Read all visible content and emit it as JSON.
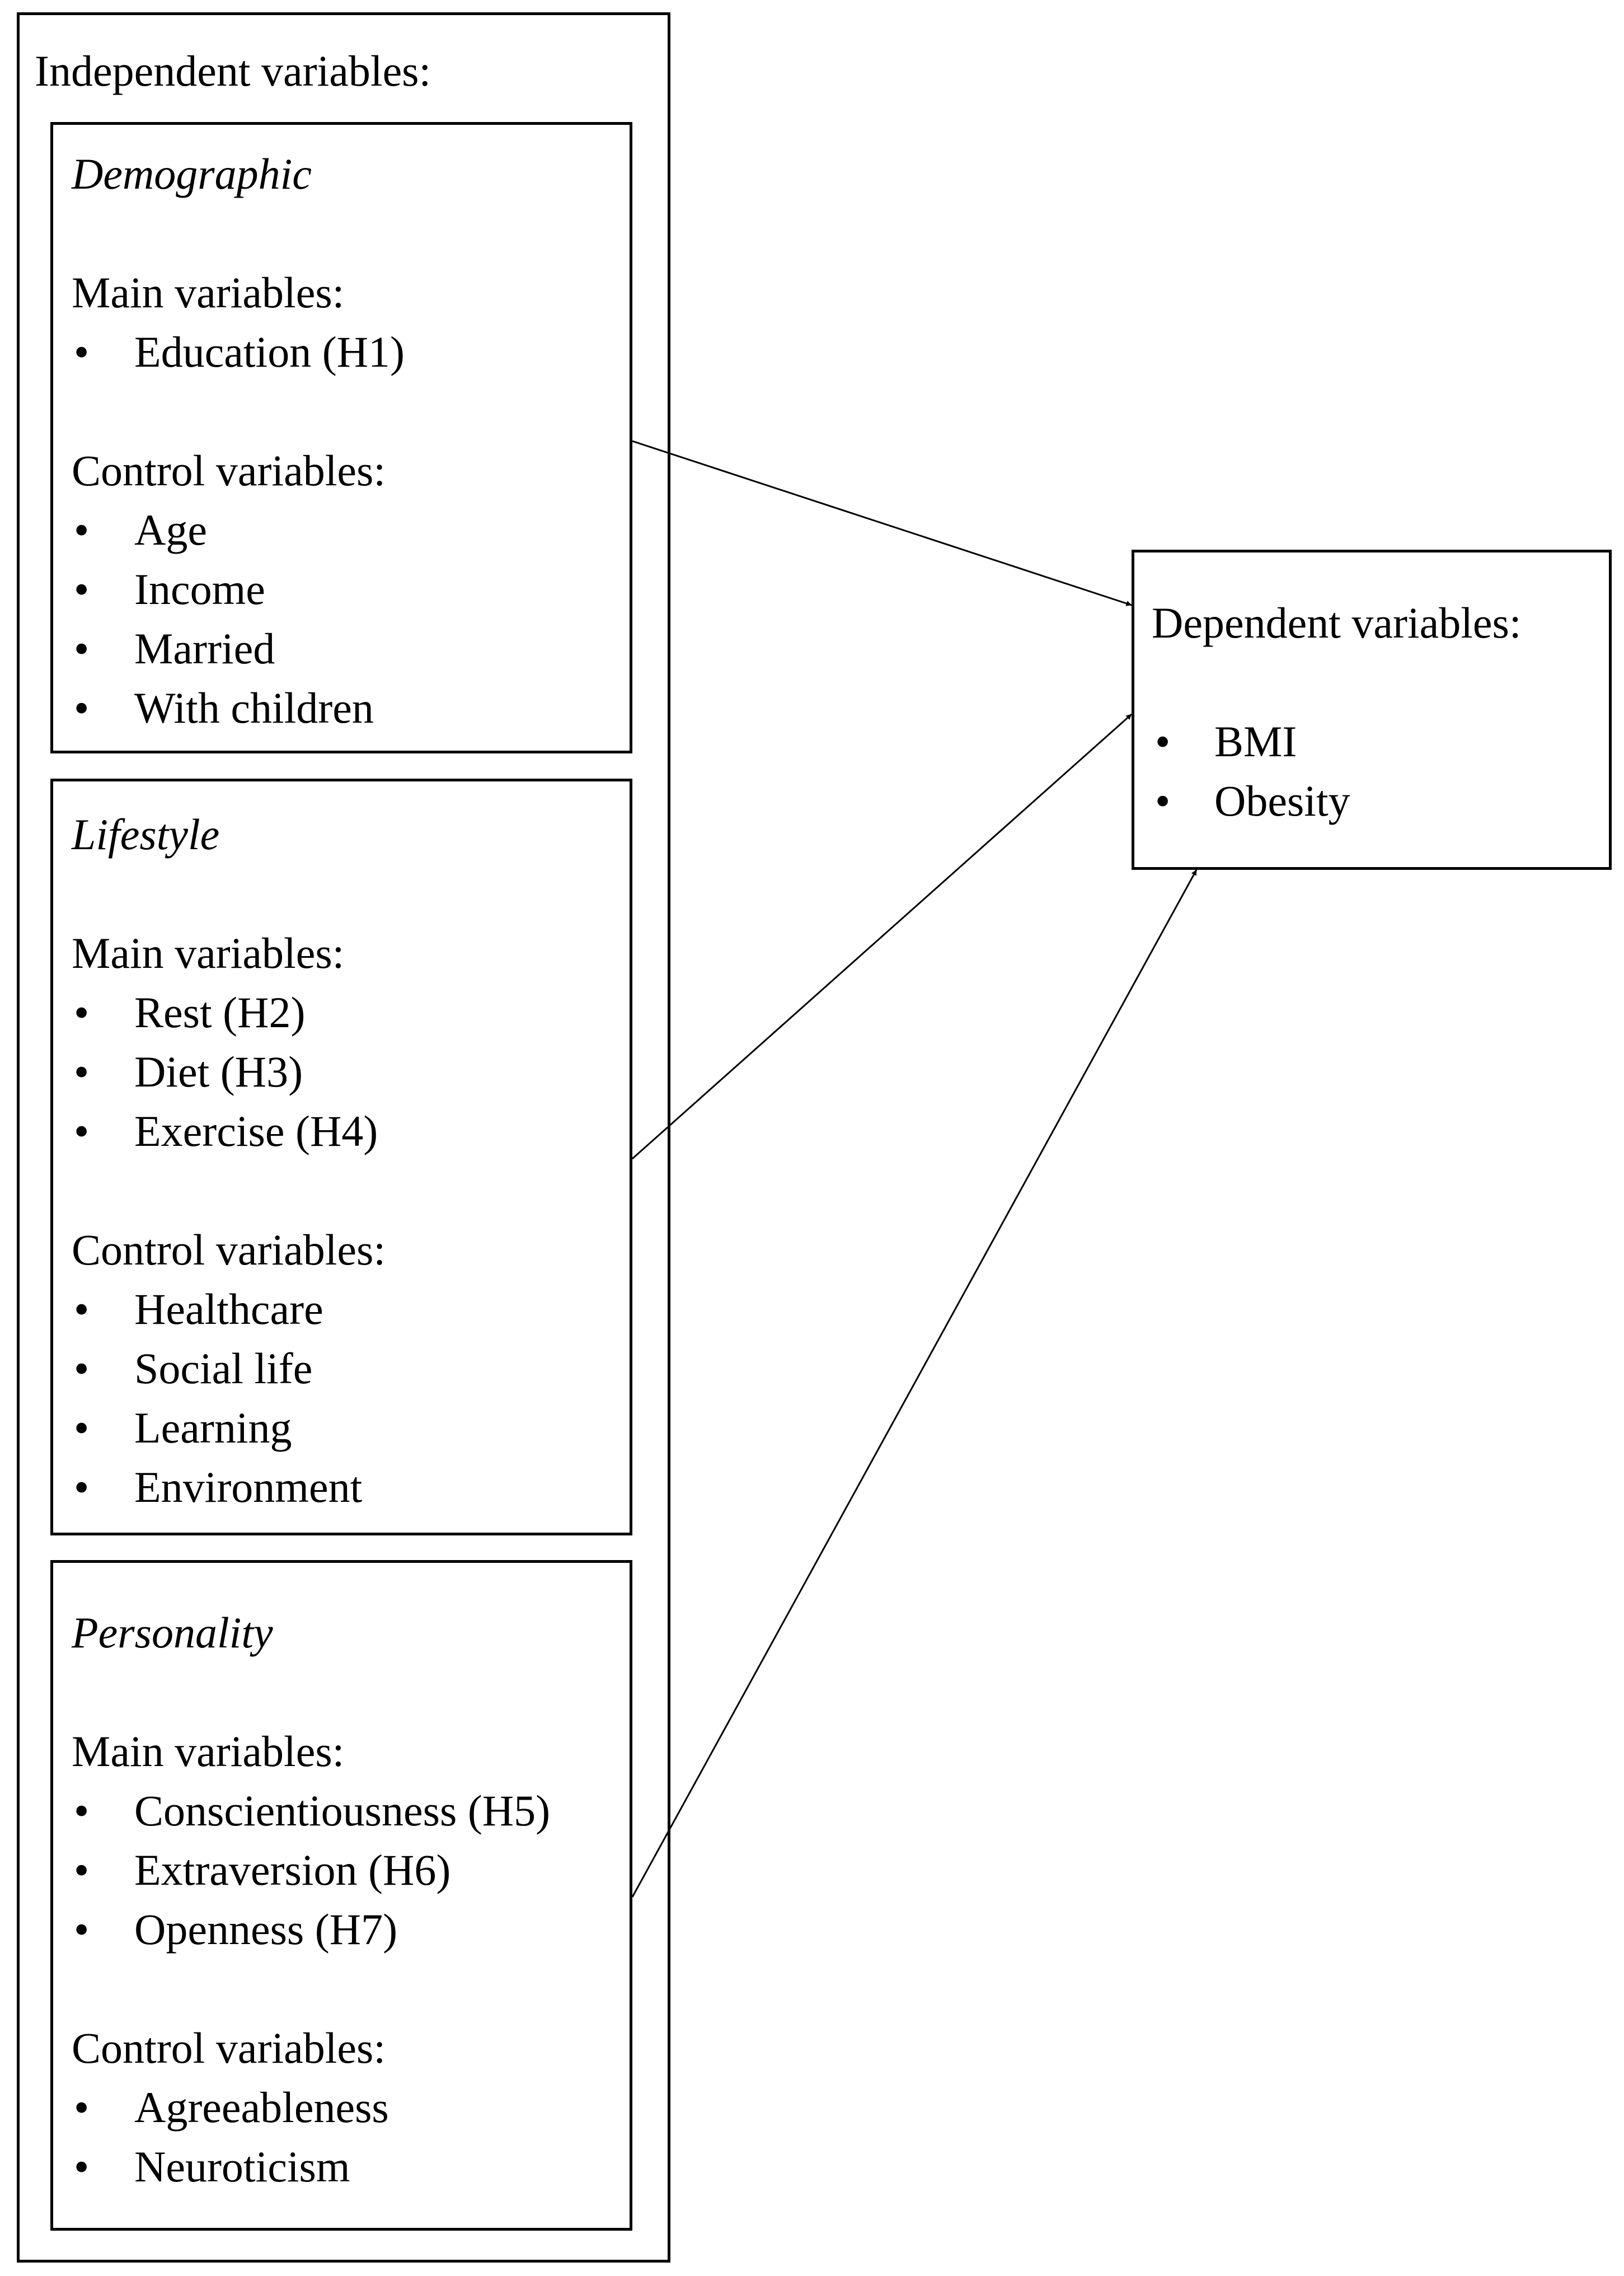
{
  "independent": {
    "title": "Independent variables:",
    "groups": [
      {
        "name": "Demographic",
        "main_label": "Main variables:",
        "main_items": [
          "Education (H1)"
        ],
        "control_label": "Control variables:",
        "control_items": [
          "Age",
          "Income",
          "Married",
          "With children"
        ]
      },
      {
        "name": "Lifestyle",
        "main_label": "Main variables:",
        "main_items": [
          "Rest (H2)",
          "Diet (H3)",
          "Exercise (H4)"
        ],
        "control_label": "Control variables:",
        "control_items": [
          "Healthcare",
          "Social life",
          "Learning",
          "Environment"
        ]
      },
      {
        "name": "Personality",
        "main_label": "Main variables:",
        "main_items": [
          "Conscientiousness (H5)",
          "Extraversion (H6)",
          "Openness (H7)"
        ],
        "control_label": "Control variables:",
        "control_items": [
          "Agreeableness",
          "Neuroticism"
        ]
      }
    ]
  },
  "dependent": {
    "title": "Dependent variables:",
    "items": [
      "BMI",
      "Obesity"
    ]
  },
  "bullet_char": "•"
}
